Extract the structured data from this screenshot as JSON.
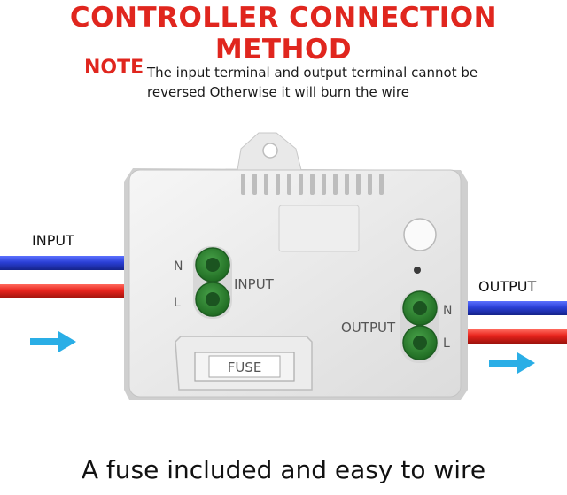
{
  "title": "CONTROLLER CONNECTION METHOD",
  "note": {
    "label": "NOTE",
    "line1": "The input terminal and output terminal cannot be",
    "line2": "reversed Otherwise it will burn the wire"
  },
  "labels": {
    "input_external": "INPUT",
    "output_external": "OUTPUT",
    "input_terminal": "INPUT",
    "output_terminal": "OUTPUT",
    "n_input": "N",
    "l_input": "L",
    "n_output": "N",
    "l_output": "L",
    "fuse": "FUSE"
  },
  "caption": "A fuse included and easy to wire",
  "colors": {
    "title_red": "#e0261e",
    "wire_blue": "#2a3fd6",
    "wire_red": "#e8231c",
    "terminal_green": "#2f8a2f",
    "arrow_cyan": "#2aaee6"
  }
}
